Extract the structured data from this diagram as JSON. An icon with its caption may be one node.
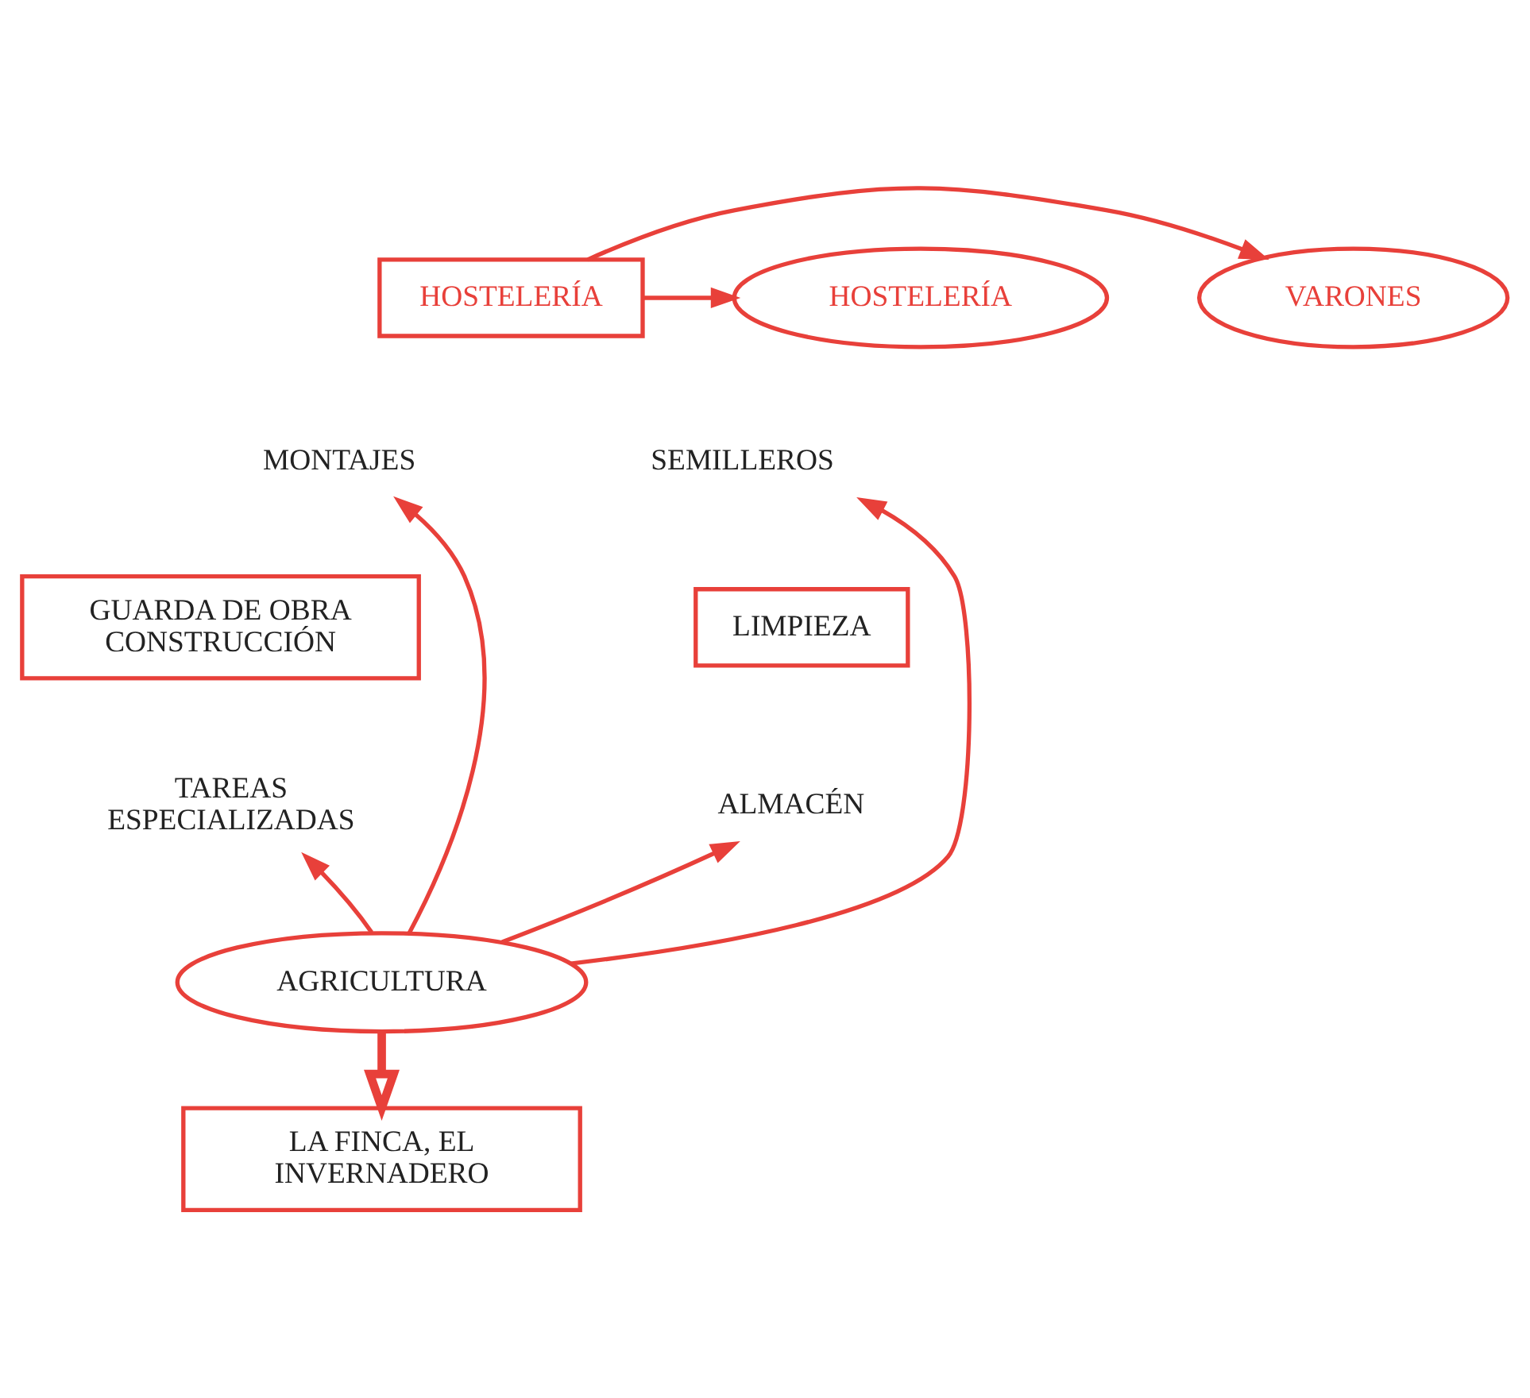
{
  "diagram": {
    "nodes": [
      {
        "text": [
          "VARONES"
        ]
      },
      {
        "text": [
          "HOSTELERÍA"
        ]
      },
      {
        "text": [
          "HOSTELERÍA"
        ]
      },
      {
        "text": [
          "MONTAJES"
        ]
      },
      {
        "text": [
          "SEMILLEROS"
        ]
      },
      {
        "text": [
          "GUARDA DE OBRA CONSTRUCCIÓN"
        ]
      },
      {
        "text": [
          "LIMPIEZA"
        ]
      },
      {
        "text": [
          "TAREAS ESPECIALIZADAS"
        ]
      },
      {
        "text": [
          "ALMACÉN"
        ]
      },
      {
        "text": [
          "AGRICULTURA"
        ]
      },
      {
        "text": [
          "LA FINCA, EL INVERNADERO"
        ]
      }
    ],
    "edges": [
      {
        "from": 1,
        "to": 0,
        "arrow": "to"
      },
      {
        "from": 1,
        "to": 2,
        "arrow": "to"
      },
      {
        "from": 9,
        "to": 3,
        "arrow": "to"
      },
      {
        "from": 9,
        "to": 4,
        "arrow": "to"
      },
      {
        "from": 9,
        "to": 7,
        "arrow": "to"
      },
      {
        "from": 9,
        "to": 8,
        "arrow": "to"
      },
      {
        "from": 9,
        "to": 10,
        "arrow": "to",
        "style": "thick"
      }
    ]
  }
}
